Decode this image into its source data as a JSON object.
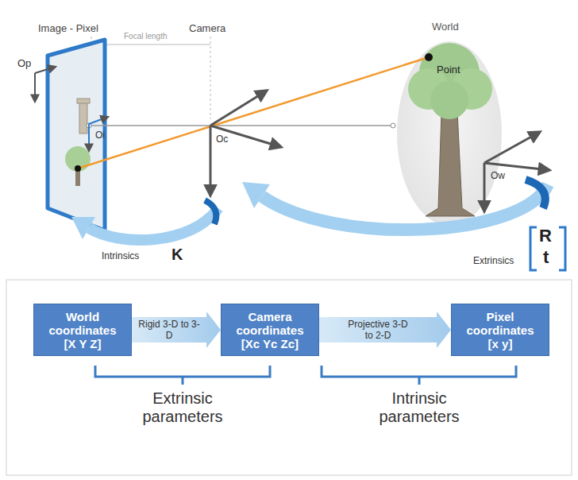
{
  "diagram": {
    "nodes": [
      {
        "text": [
          "World coordinates",
          "[X Y Z]"
        ]
      },
      {
        "text": [
          "Camera coordinates",
          "[Xc Yc Zc]"
        ]
      },
      {
        "text": [
          "Pixel coordinates",
          "[x y]"
        ]
      }
    ],
    "edges": [
      {
        "from": 0,
        "to": 1,
        "label": "Rigid 3-D to 3-D",
        "arrow": "to"
      },
      {
        "from": 1,
        "to": 2,
        "label": "Projective 3-D to 2-D",
        "arrow": "to"
      }
    ],
    "labels": [
      "Image - Pixel",
      "Camera",
      "World",
      "Focal length",
      "Op",
      "Oi",
      "Oc",
      "Ow",
      "Point",
      "Intrinsics",
      "K",
      "Extrinsics",
      "R",
      "t",
      "Extrinsic parameters",
      "Intrinsic parameters"
    ]
  }
}
